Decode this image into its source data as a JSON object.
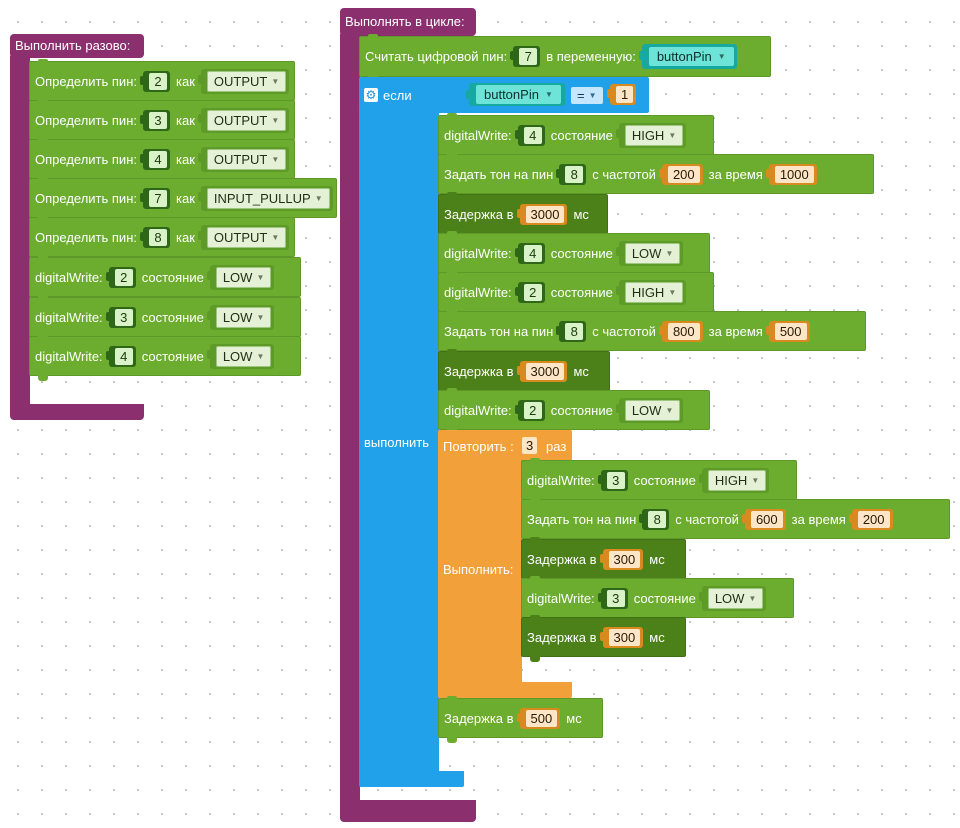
{
  "once": {
    "title": "Выполнить разово:",
    "pin_label": "Определить пин:",
    "as_label": "как",
    "defs": [
      {
        "pin": "2",
        "mode": "OUTPUT"
      },
      {
        "pin": "3",
        "mode": "OUTPUT"
      },
      {
        "pin": "4",
        "mode": "OUTPUT"
      },
      {
        "pin": "7",
        "mode": "INPUT_PULLUP"
      },
      {
        "pin": "8",
        "mode": "OUTPUT"
      }
    ],
    "dw_label": "digitalWrite:",
    "state_label": "состояние",
    "writes": [
      {
        "pin": "2",
        "state": "LOW"
      },
      {
        "pin": "3",
        "state": "LOW"
      },
      {
        "pin": "4",
        "state": "LOW"
      }
    ]
  },
  "loop": {
    "title": "Выполнять в цикле:",
    "read": {
      "label": "Считать цифровой пин:",
      "pin": "7",
      "into": "в переменную:",
      "var": "buttonPin"
    },
    "if": {
      "label": "если",
      "do_label": "выполнить",
      "var": "buttonPin",
      "op": "=",
      "value": "1"
    },
    "labels": {
      "dw": "digitalWrite:",
      "state": "состояние",
      "tone": "Задать тон на пин",
      "freq": "с частотой",
      "dur": "за время",
      "delay": "Задержка в",
      "ms": "мс"
    },
    "steps": [
      {
        "pin": "4",
        "state": "HIGH"
      },
      {
        "pin": "8",
        "freq": "200",
        "dur": "1000"
      },
      {
        "delay": "3000"
      },
      {
        "pin": "4",
        "state": "LOW"
      },
      {
        "pin": "2",
        "state": "HIGH"
      },
      {
        "pin": "8",
        "freq": "800",
        "dur": "500"
      },
      {
        "delay": "3000"
      },
      {
        "pin": "2",
        "state": "LOW"
      }
    ],
    "repeat": {
      "label": "Повторить :",
      "count": "3",
      "times": "раз",
      "do_label": "Выполнить:",
      "steps": [
        {
          "pin": "3",
          "state": "HIGH"
        },
        {
          "pin": "8",
          "freq": "600",
          "dur": "200"
        },
        {
          "delay": "300"
        },
        {
          "pin": "3",
          "state": "LOW"
        },
        {
          "delay": "300"
        }
      ]
    },
    "final_delay": "500"
  },
  "colors": {
    "hat": "#8b2f6e",
    "block_green": "#6cad2f",
    "block_dark_green": "#4c8119",
    "if_blue": "#21a1e9",
    "repeat_orange": "#f2a13a",
    "variable_cyan": "#16a99f",
    "value_orange": "#d98a1e"
  }
}
